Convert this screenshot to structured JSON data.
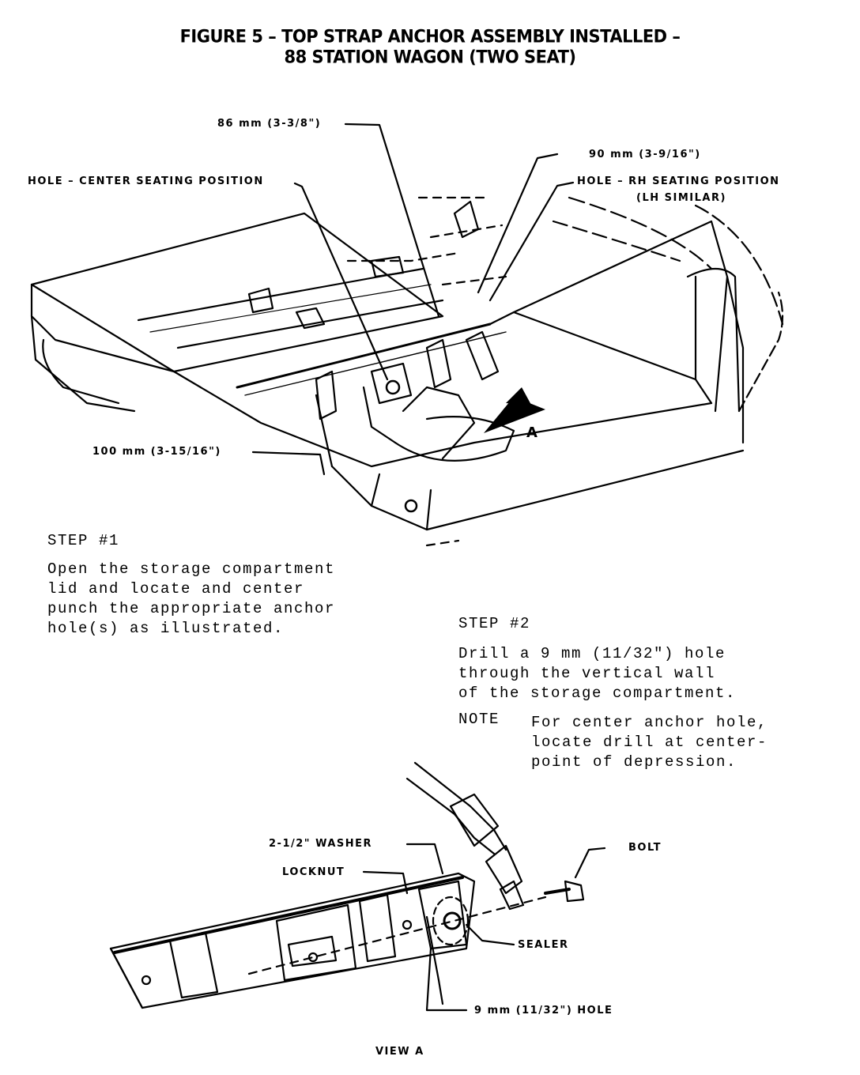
{
  "figure": {
    "title_line1": "FIGURE 5 – TOP STRAP ANCHOR ASSEMBLY INSTALLED –",
    "title_line2": "88 STATION WAGON (TWO SEAT)"
  },
  "callouts": {
    "dim_86": "86 mm (3-3/8\")",
    "dim_90": "90 mm (3-9/16\")",
    "hole_center": "HOLE – CENTER SEATING POSITION",
    "hole_rh": "HOLE – RH  SEATING POSITION",
    "hole_rh_sub": "(LH SIMILAR)",
    "dim_100": "100 mm (3-15/16\")",
    "view_marker": "A"
  },
  "step1": {
    "heading": "STEP #1",
    "lines": [
      "Open the storage compartment",
      "lid and locate and center",
      "punch the appropriate anchor",
      "hole(s) as illustrated."
    ]
  },
  "step2": {
    "heading": "STEP #2",
    "lines": [
      "Drill a 9 mm (11/32\") hole",
      "through the vertical wall",
      "of the storage compartment."
    ],
    "note_label": "NOTE",
    "note_lines": [
      "For center anchor hole,",
      "locate drill at center-",
      "point of depression."
    ]
  },
  "view_a": {
    "washer": "2-1/2\" WASHER",
    "locknut": "LOCKNUT",
    "bolt": "BOLT",
    "sealer": "SEALER",
    "hole": "9 mm (11/32\") HOLE",
    "caption": "VIEW A"
  }
}
